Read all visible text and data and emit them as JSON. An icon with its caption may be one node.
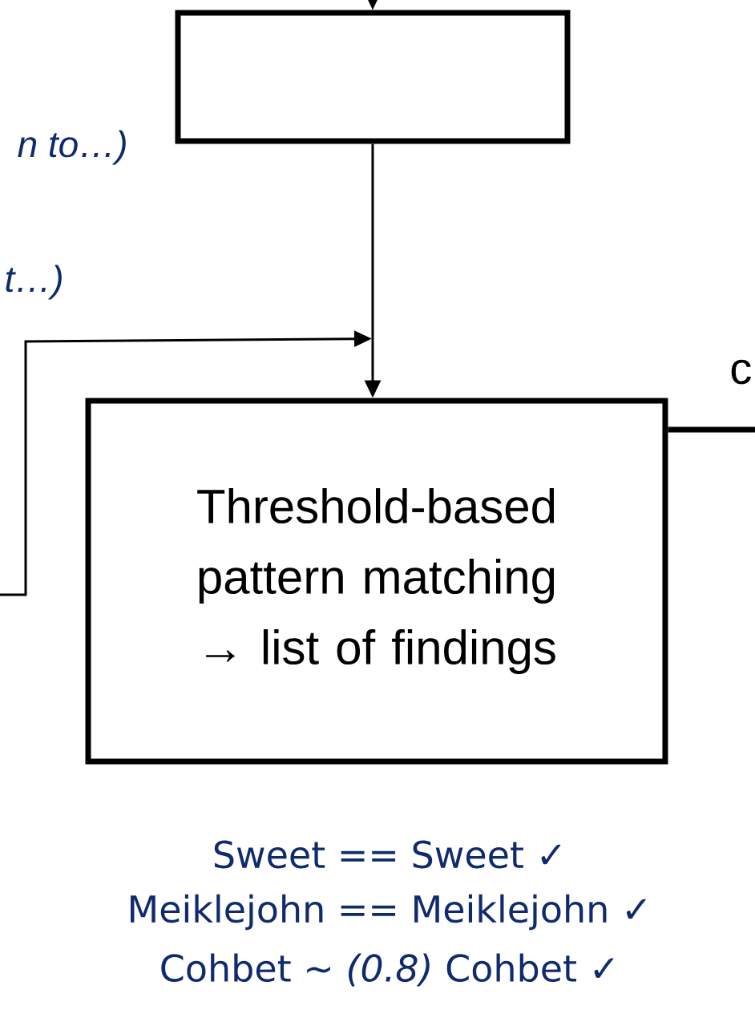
{
  "diagram": {
    "nodes": [
      {
        "text": [],
        "shape": "box"
      },
      {
        "text": [
          "Threshold-based pattern matching → list of findings"
        ]
      }
    ],
    "edges": [
      {
        "from": null,
        "to": 0,
        "arrow": "to"
      },
      {
        "from": 0,
        "to": 1,
        "arrow": "to"
      },
      {
        "from": null,
        "to": 1,
        "arrow": "to"
      },
      {
        "from": 1,
        "to": null,
        "arrow": "none",
        "style": "thick"
      }
    ],
    "labels": [
      "n to…)",
      "t…)",
      "c",
      "Sweet == Sweet ✓",
      "Meiklejohn == Meiklejohn ✓",
      "Cohbet ~ *(0.8)* Cohbet ✓"
    ]
  }
}
